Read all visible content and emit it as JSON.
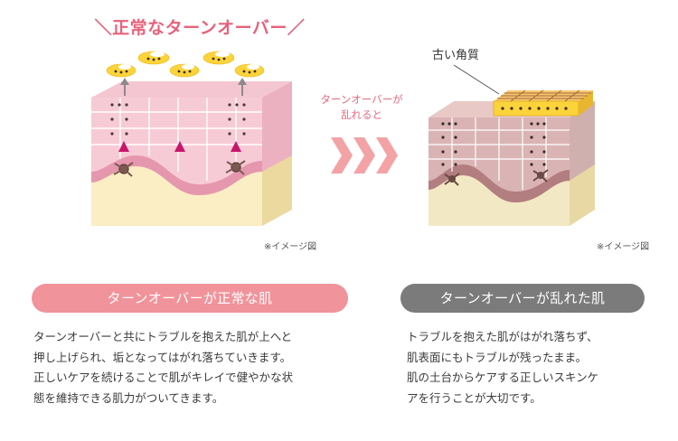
{
  "left": {
    "headline": "＼正常なターンオーバー／",
    "note": "※イメージ図",
    "pill": "ターンオーバーが正常な肌",
    "desc": [
      "ターンオーバーと共にトラブルを抱えた肌が上へと",
      "押し上げられ、垢となってはがれ落ちていきます。",
      "正しいケアを続けることで肌がキレイで健やかな状",
      "態を維持できる肌力がついてきます。"
    ]
  },
  "middle": {
    "caption": [
      "ターンオーバーが",
      "乱れると"
    ]
  },
  "right": {
    "label": "古い角質",
    "note": "※イメージ図",
    "pill": "ターンオーバーが乱れた肌",
    "desc": [
      "トラブルを抱えた肌がはがれ落ちず、",
      "肌表面にもトラブルが残ったまま。",
      "肌の土台からケアする正しいスキンケ",
      "アを行うことが大切です。"
    ]
  },
  "colors": {
    "pink_accent": "#e8617a",
    "pill_pink": "#f1939b",
    "pill_gray": "#7b7b7b",
    "chevron": "#f3a3a6",
    "flake_yellow": "#fbd33b"
  }
}
